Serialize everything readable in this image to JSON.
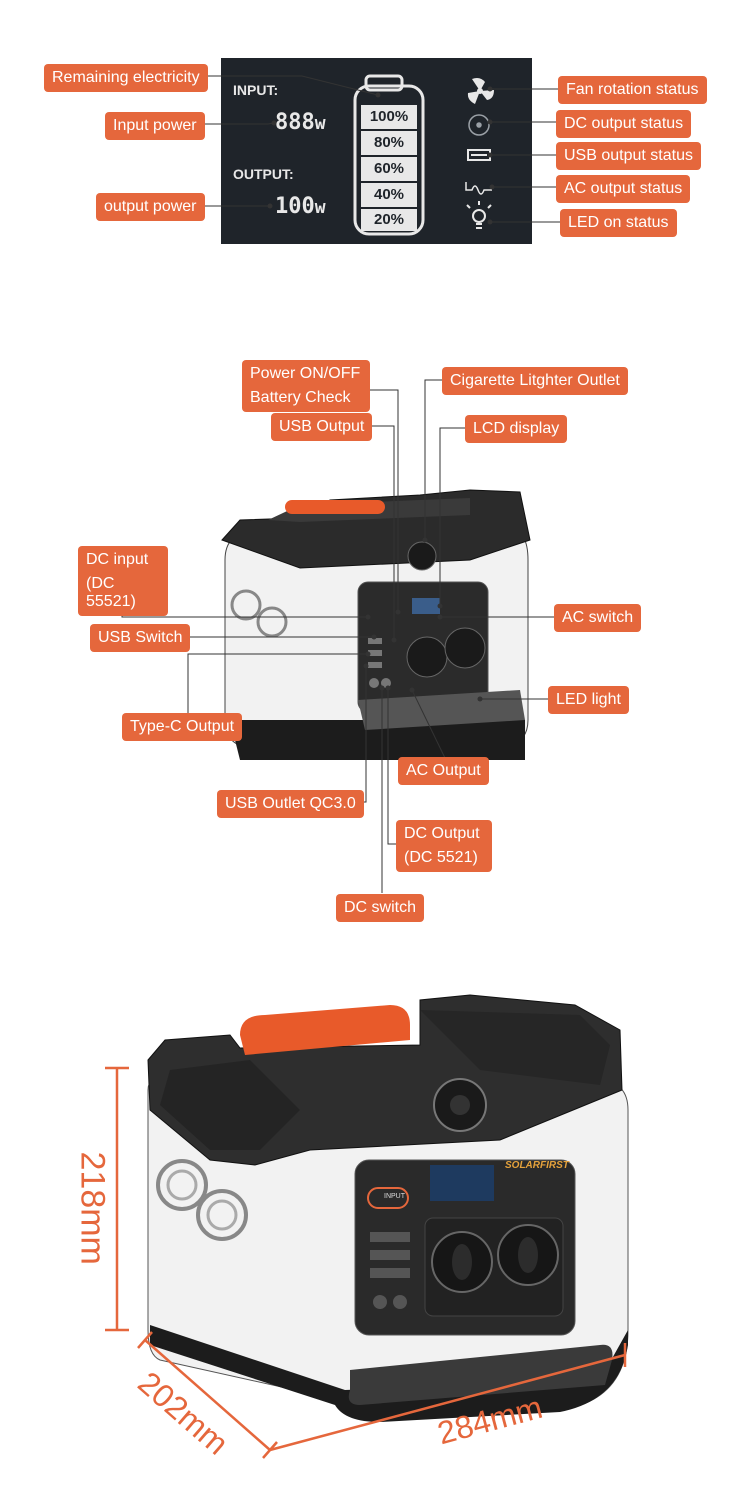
{
  "lcd": {
    "input_label": "INPUT:",
    "output_label": "OUTPUT:",
    "input_value": "888",
    "input_unit": "w",
    "output_value": "100",
    "output_unit": "w",
    "battery_levels": [
      "100%",
      "80%",
      "60%",
      "40%",
      "20%"
    ]
  },
  "lcd_callouts": {
    "remaining_electricity": "Remaining electricity",
    "input_power": "Input power",
    "output_power": "output power",
    "fan_rotation_status": "Fan rotation status",
    "dc_output_status": "DC output status",
    "usb_output_status": "USB output status",
    "ac_output_status": "AC output status",
    "led_on_status": "LED on status"
  },
  "device_callouts": {
    "power_onoff_line1": "Power ON/OFF",
    "power_onoff_line2": "Battery Check",
    "usb_output": "USB Output",
    "cigarette_lighter_outlet": "Cigarette Litghter Outlet",
    "lcd_display": "LCD display",
    "dc_input_line1": "DC input",
    "dc_input_line2": "(DC 55521)",
    "usb_switch": "USB Switch",
    "ac_switch": "AC switch",
    "led_light": "LED light",
    "type_c_output": "Type-C Output",
    "ac_output": "AC Output",
    "usb_outlet_qc30": "USB Outlet QC3.0",
    "dc_output_line1": "DC Output",
    "dc_output_line2": "(DC 5521)",
    "dc_switch": "DC switch"
  },
  "device": {
    "brand": "SOLARFIRST",
    "input_button": "INPUT"
  },
  "dimensions": {
    "height": "218mm",
    "depth": "202mm",
    "width": "284mm"
  },
  "colors": {
    "accent": "#e5673c",
    "lcd_bg": "#1f242a",
    "body_white": "#f2f2f2",
    "body_black": "#2a2a2a"
  }
}
